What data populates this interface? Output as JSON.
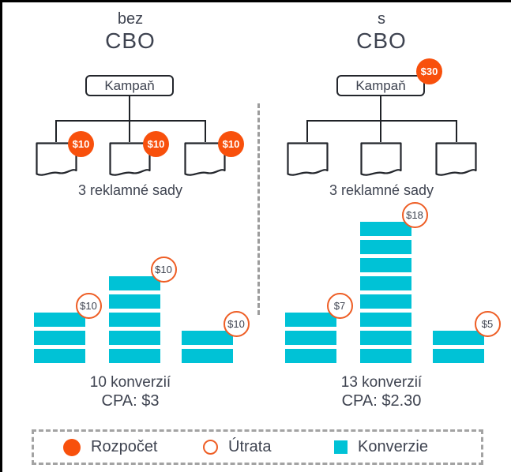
{
  "colors": {
    "budget_orange": "#f8500c",
    "spend_outline_orange": "#ee5d24",
    "conversion_teal": "#00c2d6",
    "text_dark": "#3e4350",
    "line_dark": "#1f2227",
    "dash_gray": "#a3a3a3"
  },
  "sides": [
    {
      "title_line1": "bez",
      "title_line2": "CBO",
      "campaign_label": "Kampaň",
      "adset_badges": [
        "$10",
        "$10",
        "$10"
      ],
      "adsets_label": "3 reklamné sady",
      "stacks": [
        {
          "blocks": 3,
          "spend": "$10"
        },
        {
          "blocks": 5,
          "spend": "$10"
        },
        {
          "blocks": 2,
          "spend": "$10"
        }
      ],
      "conversions_label": "10 konverzií",
      "cpa_label": "CPA: $3"
    },
    {
      "title_line1": "s",
      "title_line2": "CBO",
      "campaign_label": "Kampaň",
      "campaign_badge": "$30",
      "adset_badges": [],
      "adsets_label": "3 reklamné sady",
      "stacks": [
        {
          "blocks": 3,
          "spend": "$7"
        },
        {
          "blocks": 8,
          "spend": "$18"
        },
        {
          "blocks": 2,
          "spend": "$5"
        }
      ],
      "conversions_label": "13 konverzií",
      "cpa_label": "CPA: $2.30"
    }
  ],
  "legend": {
    "items": [
      {
        "swatch": "filled-circle",
        "label": "Rozpočet"
      },
      {
        "swatch": "outlined-circle",
        "label": "Útrata"
      },
      {
        "swatch": "square",
        "label": "Konverzie"
      }
    ]
  }
}
